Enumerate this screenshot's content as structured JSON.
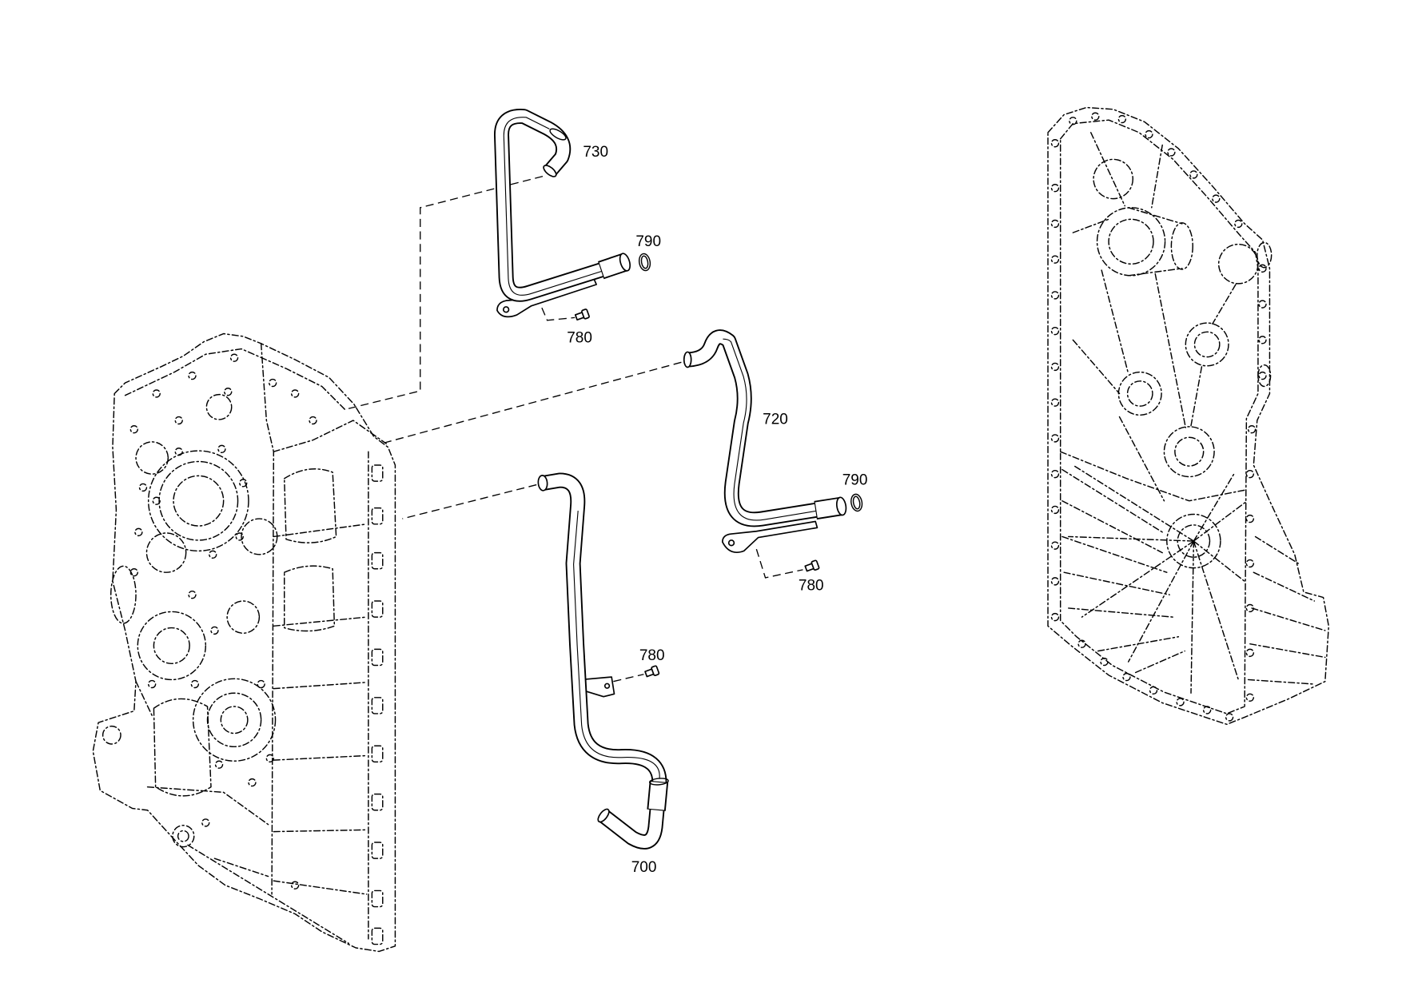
{
  "callouts": {
    "pipe_upper": "730",
    "o_ring_upper": "790",
    "screw_upper": "780",
    "pipe_middle": "720",
    "o_ring_middle": "790",
    "screw_middle": "780",
    "screw_lower": "780",
    "pipe_lower": "700"
  }
}
